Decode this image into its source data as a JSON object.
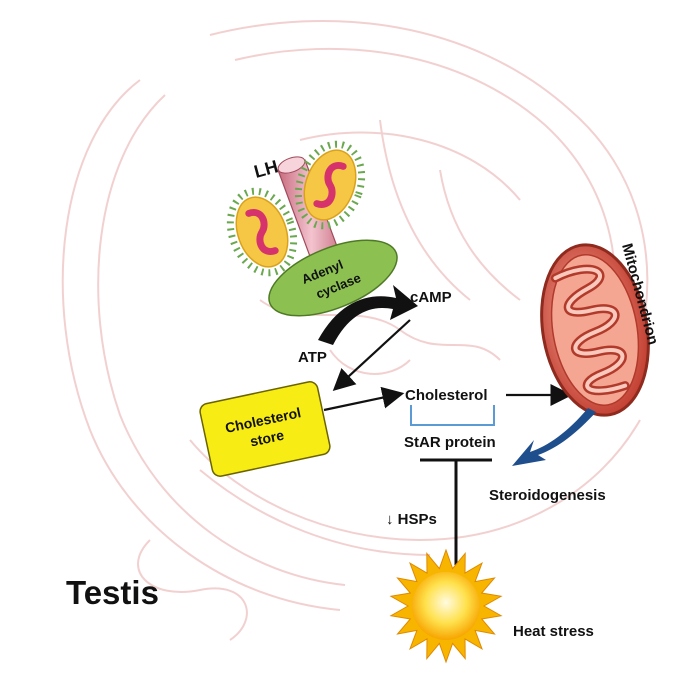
{
  "labels": {
    "lh": "LH",
    "adenyl_cyclase": "Adenyl cyclase",
    "camp": "cAMP",
    "atp": "ATP",
    "cholesterol_store": "Cholesterol store",
    "cholesterol": "Cholesterol",
    "star_protein": "StAR protein",
    "hsps": "↓ HSPs",
    "mitochondrion": "Mitochondrion",
    "steroidogenesis": "Steroidogenesis",
    "heat_stress": "Heat stress",
    "testis": "Testis"
  },
  "colors": {
    "adenyl_cyclase_fill": "#8cc152",
    "cholesterol_store_fill": "#f7ec13",
    "receptor_fill": "#e8a0b0",
    "virus_spike": "#6aa84f",
    "virus_body": "#f6c744",
    "virus_core": "#d6336c",
    "mito_outer": "#c0392b",
    "mito_inner": "#e07a6a",
    "steroid_arrow": "#1f4e8c",
    "star_bracket": "#5b9bd5",
    "sun_rays": "#f7b500",
    "sun_core": "#ffe14d",
    "background_sketch": "#f0c8c8"
  }
}
